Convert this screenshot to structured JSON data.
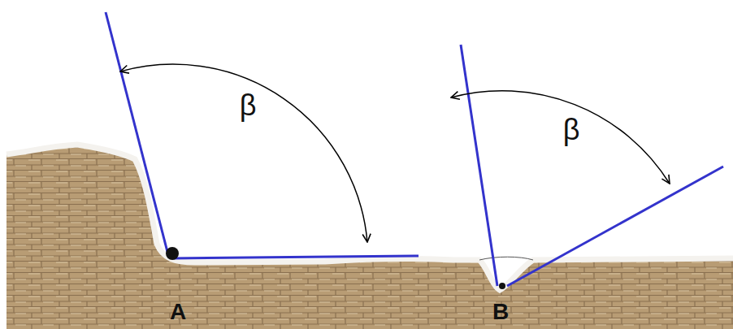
{
  "diagram": {
    "labels": [
      "β",
      "β",
      "A",
      "B"
    ]
  }
}
